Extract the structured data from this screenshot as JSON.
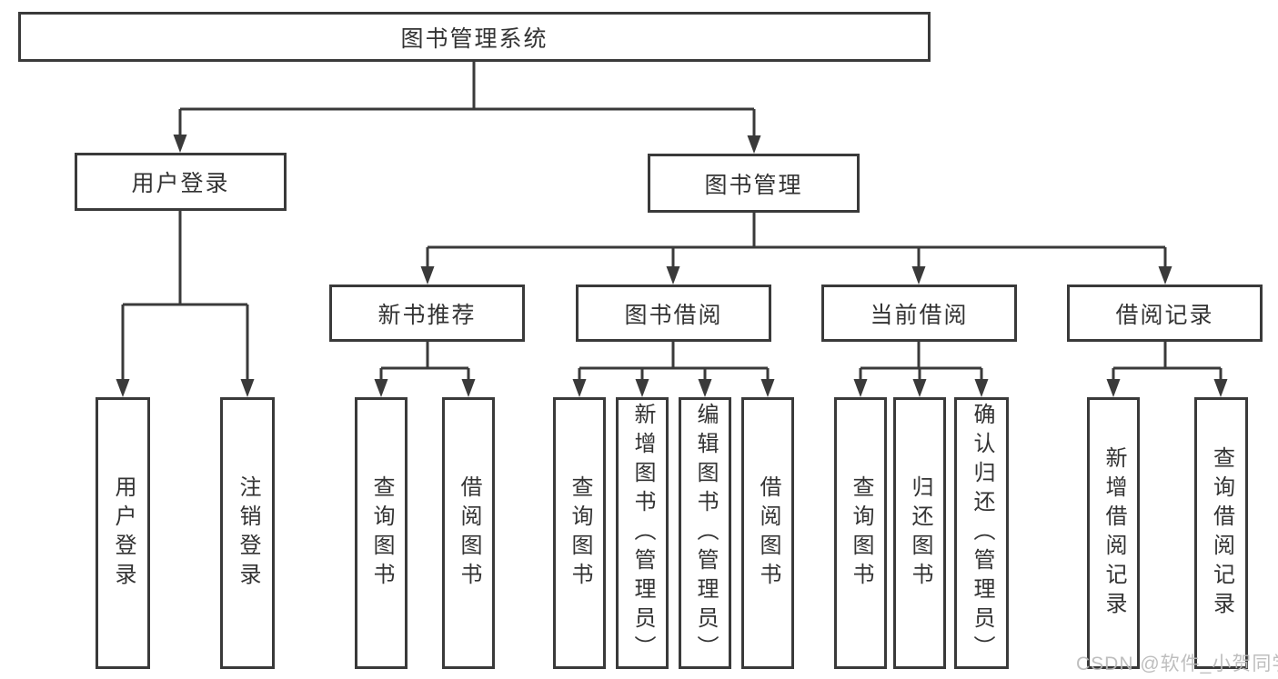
{
  "diagram": {
    "root": "图书管理系统",
    "branches": [
      {
        "label": "用户登录",
        "children": [
          "用户登录",
          "注销登录"
        ]
      },
      {
        "label": "图书管理",
        "children": [
          {
            "label": "新书推荐",
            "children": [
              "查询图书",
              "借阅图书"
            ]
          },
          {
            "label": "图书借阅",
            "children": [
              "查询图书",
              "新增图书（管理员）",
              "编辑图书（管理员）",
              "借阅图书"
            ]
          },
          {
            "label": "当前借阅",
            "children": [
              "查询图书",
              "归还图书",
              "确认归还（管理员）"
            ]
          },
          {
            "label": "借阅记录",
            "children": [
              "新增借阅记录",
              "查询借阅记录"
            ]
          }
        ]
      }
    ]
  },
  "watermark": "CSDN @软件_小贺同学",
  "colors": {
    "line": "#3a3a3a",
    "border": "#3a3a3a",
    "text": "#333333",
    "watermark": "#b8b8b8",
    "background": "#ffffff"
  }
}
